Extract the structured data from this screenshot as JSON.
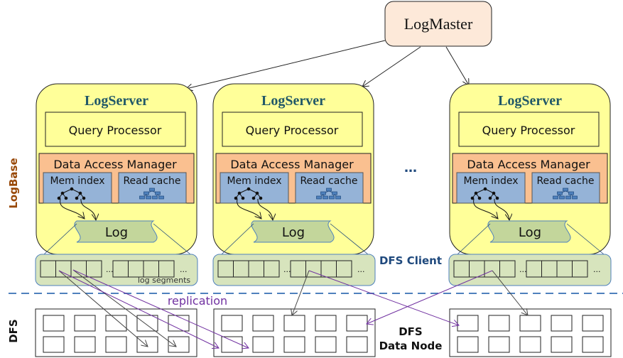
{
  "master": {
    "label": "LogMaster"
  },
  "servers": [
    {
      "title": "LogServer",
      "query_processor": "Query Processor",
      "dam": "Data Access  Manager",
      "mem_index": "Mem index",
      "read_cache": "Read cache",
      "log": "Log"
    },
    {
      "title": "LogServer",
      "query_processor": "Query Processor",
      "dam": "Data Access  Manager",
      "mem_index": "Mem index",
      "read_cache": "Read cache",
      "log": "Log"
    },
    {
      "title": "LogServer",
      "query_processor": "Query Processor",
      "dam": "Data Access  Manager",
      "mem_index": "Mem index",
      "read_cache": "Read cache",
      "log": "Log"
    }
  ],
  "ellipsis": "…",
  "segment_ellipsis": "...",
  "labels": {
    "logbase": "LogBase",
    "dfs": "DFS",
    "dfs_client": "DFS Client",
    "dfs_data_node_line1": "DFS",
    "dfs_data_node_line2": "Data Node",
    "log_segments": "log segments",
    "replication": "replication"
  },
  "colors": {
    "server_fill": "#ffff99",
    "master_fill": "#fde9d9",
    "dam_fill": "#fac090",
    "index_fill": "#95b3d7",
    "log_fill": "#c3d69b",
    "client_fill": "#d7e4bd",
    "title_color": "#215868",
    "label_blue": "#1f497d",
    "logbase_color": "#984807",
    "replication_color": "#7030a0",
    "dash_color": "#4f81bd"
  }
}
